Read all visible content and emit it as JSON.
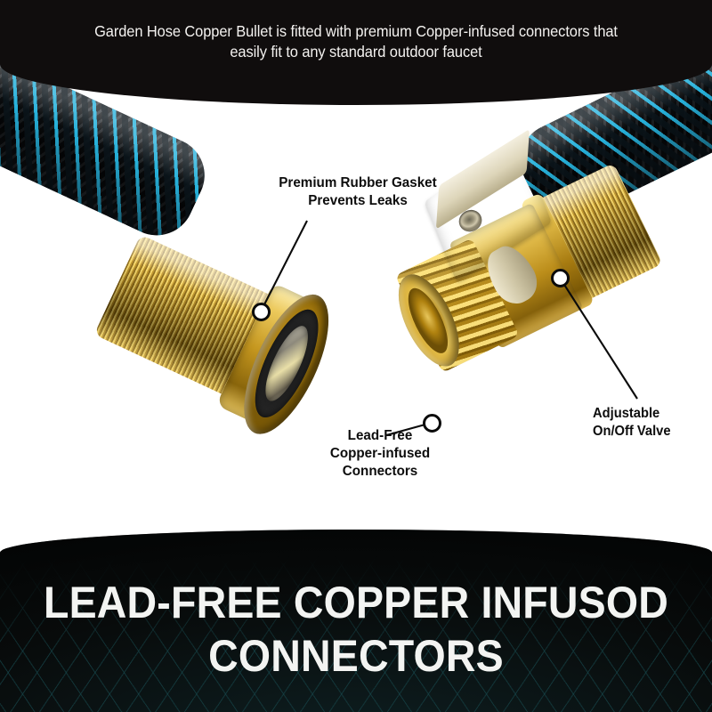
{
  "header": {
    "lines": [
      "Garden Hose Copper Bullet is fitted with premium Copper-infused connectors that",
      "easily fit to any standard outdoor faucet"
    ]
  },
  "callouts": [
    {
      "id": "premium-rubber-gasket",
      "lines": [
        "Premium Rubber Gasket",
        "Prevents Leaks"
      ]
    },
    {
      "id": "lead-free-connectors",
      "lines": [
        "Lead-Free",
        "Copper-infused",
        "Connectors"
      ]
    },
    {
      "id": "adjustable-valve",
      "lines": [
        "Adjustable",
        "On/Off Valve"
      ]
    }
  ],
  "banner": {
    "lines": [
      "LEAD-FREE COPPER INFUSOD",
      "CONNECTORS"
    ]
  },
  "colors": {
    "header_bg": "#100d0d",
    "banner_bg": "#090c0c",
    "banner_lattice": "#1e6066",
    "text_light": "#f3f4f2",
    "text_dark": "#0d0d0d",
    "gold": "#e0b63c",
    "gold_dark": "#7e5c08",
    "hose_accent": "#28bee b",
    "gasket_black": "#111111"
  }
}
